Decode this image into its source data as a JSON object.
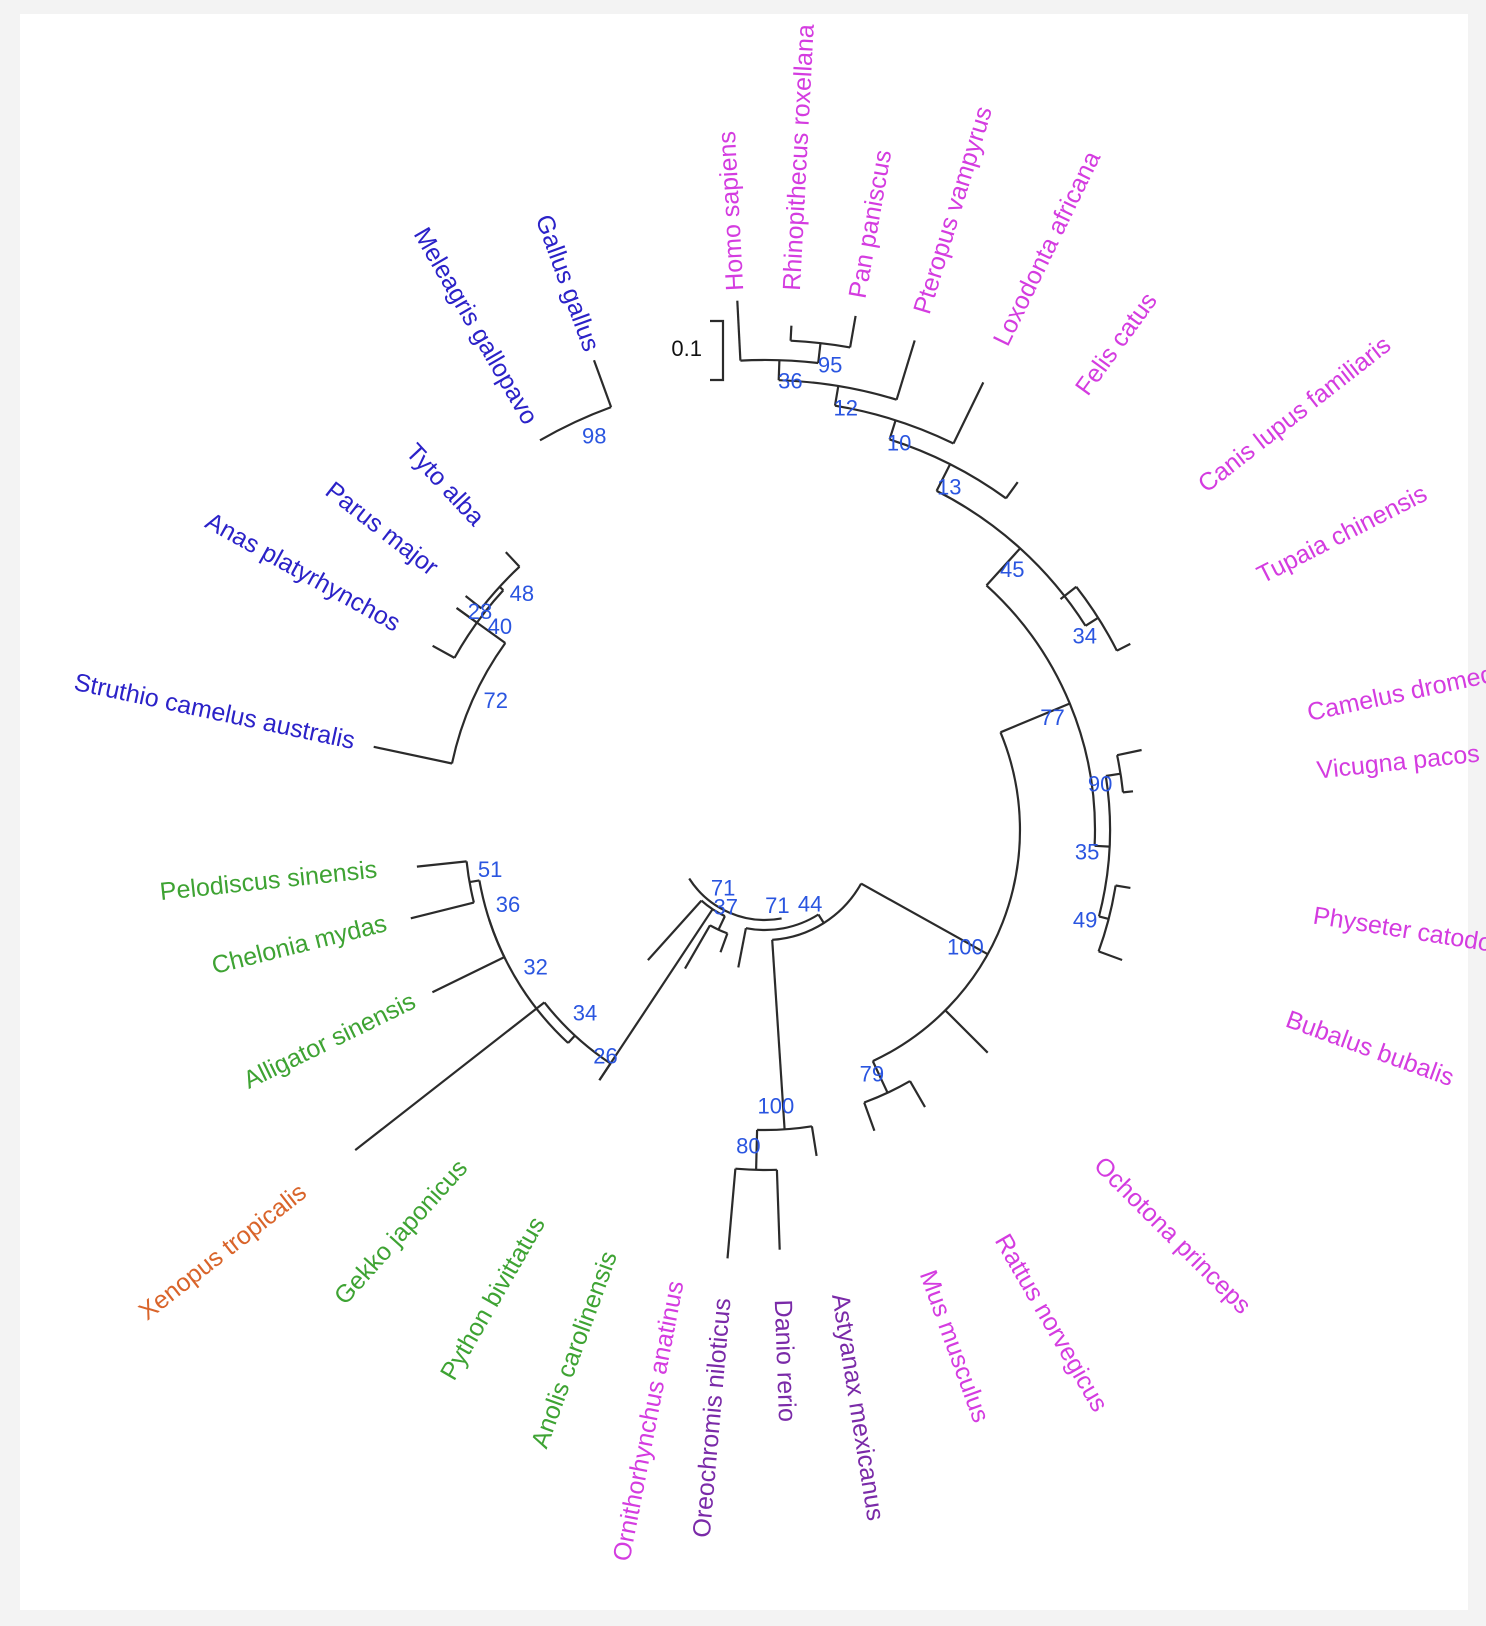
{
  "colors": {
    "birds": "#2b22c8",
    "mammals": "#d43ce0",
    "reptiles": "#3ea333",
    "amphibian": "#d9642a",
    "fish": "#7a2aa8",
    "bootstrap": "#2a55e0",
    "branch": "#2b2b2b"
  },
  "scale_bar": {
    "label": "0.1"
  },
  "taxa": [
    {
      "name": "Homo sapiens",
      "group": "mammals"
    },
    {
      "name": "Rhinopithecus roxellana",
      "group": "mammals"
    },
    {
      "name": "Pan paniscus",
      "group": "mammals"
    },
    {
      "name": "Pteropus vampyrus",
      "group": "mammals"
    },
    {
      "name": "Loxodonta africana",
      "group": "mammals"
    },
    {
      "name": "Felis catus",
      "group": "mammals"
    },
    {
      "name": "Canis lupus familiaris",
      "group": "mammals"
    },
    {
      "name": "Tupaia chinensis",
      "group": "mammals"
    },
    {
      "name": "Camelus dromedarius",
      "group": "mammals"
    },
    {
      "name": "Vicugna pacos",
      "group": "mammals"
    },
    {
      "name": "Physeter catodon",
      "group": "mammals"
    },
    {
      "name": "Bubalus bubalis",
      "group": "mammals"
    },
    {
      "name": "Ochotona princeps",
      "group": "mammals"
    },
    {
      "name": "Rattus norvegicus",
      "group": "mammals"
    },
    {
      "name": "Mus musculus",
      "group": "mammals"
    },
    {
      "name": "Astyanax mexicanus",
      "group": "fish"
    },
    {
      "name": "Danio rerio",
      "group": "fish"
    },
    {
      "name": "Oreochromis niloticus",
      "group": "fish"
    },
    {
      "name": "Ornithorhynchus anatinus",
      "group": "mammals"
    },
    {
      "name": "Anolis carolinensis",
      "group": "reptiles"
    },
    {
      "name": "Python bivittatus",
      "group": "reptiles"
    },
    {
      "name": "Gekko japonicus",
      "group": "reptiles"
    },
    {
      "name": "Xenopus tropicalis",
      "group": "amphibian"
    },
    {
      "name": "Alligator sinensis",
      "group": "reptiles"
    },
    {
      "name": "Chelonia mydas",
      "group": "reptiles"
    },
    {
      "name": "Pelodiscus sinensis",
      "group": "reptiles"
    },
    {
      "name": "Struthio camelus australis",
      "group": "birds"
    },
    {
      "name": "Anas platyrhynchos",
      "group": "birds"
    },
    {
      "name": "Parus major",
      "group": "birds"
    },
    {
      "name": "Tyto alba",
      "group": "birds"
    },
    {
      "name": "Meleagris gallopavo",
      "group": "birds"
    },
    {
      "name": "Gallus gallus",
      "group": "birds"
    }
  ],
  "bootstrap": [
    "95",
    "36",
    "12",
    "10",
    "13",
    "34",
    "45",
    "90",
    "77",
    "35",
    "49",
    "100",
    "79",
    "44",
    "71",
    "100",
    "80",
    "71",
    "37",
    "26",
    "34",
    "51",
    "36",
    "32",
    "72",
    "48",
    "40",
    "28",
    "98"
  ]
}
